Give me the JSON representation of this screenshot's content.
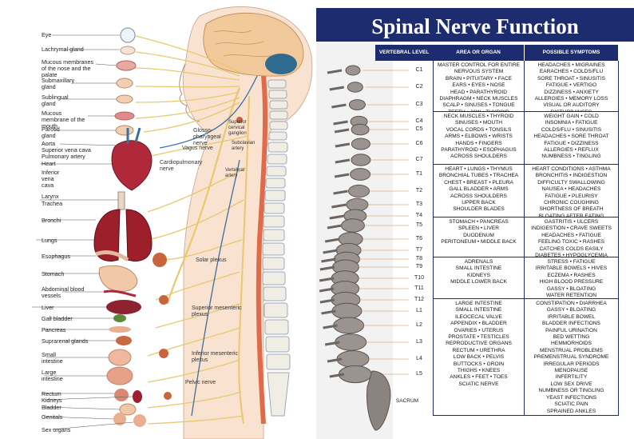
{
  "left_panel": {
    "organs": [
      {
        "name": "eye",
        "label": "Eye"
      },
      {
        "name": "lachrymal",
        "label": "Lachrymal gland"
      },
      {
        "name": "mucous-nose",
        "label": "Mucous membranes of the nose and the palate"
      },
      {
        "name": "submaxillary",
        "label": "Submaxillary gland"
      },
      {
        "name": "sublingual",
        "label": "Sublingual gland"
      },
      {
        "name": "mucous-mouth",
        "label": "Mucous membrane of the mouth"
      },
      {
        "name": "parotid",
        "label": "Parotid gland"
      },
      {
        "name": "aorta",
        "label": "Aorta"
      },
      {
        "name": "svc",
        "label": "Superior vena cava"
      },
      {
        "name": "pulmonary",
        "label": "Pulmonary artery"
      },
      {
        "name": "heart",
        "label": "Heart"
      },
      {
        "name": "ivc",
        "label": "Inferior vena cava"
      },
      {
        "name": "larynx",
        "label": "Larynx"
      },
      {
        "name": "trachea",
        "label": "Trachea"
      },
      {
        "name": "bronchi",
        "label": "Bronchi"
      },
      {
        "name": "lungs",
        "label": "Lungs"
      },
      {
        "name": "esophagus",
        "label": "Esophagus"
      },
      {
        "name": "stomach",
        "label": "Stomach"
      },
      {
        "name": "abdominal",
        "label": "Abdominal blood vessels"
      },
      {
        "name": "liver",
        "label": "Liver"
      },
      {
        "name": "gallbladder",
        "label": "Gall bladder"
      },
      {
        "name": "pancreas",
        "label": "Pancreas"
      },
      {
        "name": "suprarenal",
        "label": "Suprarenal glands"
      },
      {
        "name": "small-intestine",
        "label": "Small intestine"
      },
      {
        "name": "large-intestine",
        "label": "Large intestine"
      },
      {
        "name": "rectum",
        "label": "Rectum"
      },
      {
        "name": "kidneys",
        "label": "Kidneys"
      },
      {
        "name": "bladder",
        "label": "Bladder"
      },
      {
        "name": "genitals",
        "label": "Genitals"
      },
      {
        "name": "sex-organs",
        "label": "Sex organs"
      }
    ],
    "nerves": [
      {
        "name": "glosso",
        "label": "Glosso-pharyngeal nerve"
      },
      {
        "name": "vagus",
        "label": "Vagus nerve"
      },
      {
        "name": "cardiopulmonary",
        "label": "Cardiopulmonary nerve"
      },
      {
        "name": "superior-cervical",
        "label": "Superior cervical ganglion"
      },
      {
        "name": "subclavian",
        "label": "Subclavian artery"
      },
      {
        "name": "vertebral",
        "label": "Vertebral artery"
      },
      {
        "name": "solar",
        "label": "Solar plexus"
      },
      {
        "name": "sup-mesenteric",
        "label": "Superior mesenteric plexus"
      },
      {
        "name": "inf-mesenteric",
        "label": "Inferior mesenteric plexus"
      },
      {
        "name": "pelvic",
        "label": "Pelvic nerve"
      }
    ]
  },
  "right_panel": {
    "title": "Spinal Nerve Function",
    "headers": {
      "level": "VERTEBRAL LEVEL",
      "area": "AREA OR ORGAN",
      "symptoms": "POSSIBLE SYMPTOMS"
    },
    "levels": [
      "C1",
      "C2",
      "C3",
      "C4",
      "C5",
      "C6",
      "C7",
      "T1",
      "T2",
      "T3",
      "T4",
      "T5",
      "T6",
      "T7",
      "T8",
      "T9",
      "T10",
      "T11",
      "T12",
      "L1",
      "L2",
      "L3",
      "L4",
      "L5",
      "SACRUM"
    ],
    "rows": [
      {
        "area": "MASTER CONTROL FOR ENTIRE NERVOUS SYSTEM\nBRAIN • PITUITARY • FACE\nEARS • EYES • NOSE\nHEAD • PARATHYROID\nDIAPHRAGM • NECK MUSCLES\nSCALP • SINUSES • TONGUE\nTEETH • JAW • THYROID",
        "symptoms": "HEADACHES • MIGRAINES\nEARACHES • COLDS/FLU\nSORE THROAT • SINUSITIS\nFATIGUE • VERTIGO\nDIZZINESS • ANXIETY\nALLERGIES • MEMORY LOSS\nVISUAL OR AUDITORY DISTURBANCES"
      },
      {
        "area": "NECK MUSCLES • THYROID\nSINUSES • MOUTH\nVOCAL CORDS • TONSILS\nARMS • ELBOWS • WRISTS\nHANDS • FINGERS\nPARATHYROID • ESOPHAGUS\nACROSS SHOULDERS",
        "symptoms": "WEIGHT GAIN • COLD\nINSOMNIA • FATIGUE\nCOLDS/FLU • SINUSITIS\nHEADACHES • SORE THROAT\nFATIGUE • DIZZINESS\nALLERGIES • REFLUX\nNUMBNESS • TINGLING"
      },
      {
        "area": "HEART • LUNGS • THYMUS\nBRONCHIAL TUBES • TRACHEA\nCHEST • BREAST • PLEURA\nGALL BLADDER • ARMS\nACROSS SHOULDERS\nUPPER BACK\nSHOULDER BLADES",
        "symptoms": "HEART CONDITIONS • ASTHMA\nBRONCHITIS • INDIGESTION\nDIFFICULTY SWALLOWING\nNAUSEA • HEADACHES\nFATIGUE • PLEURISY\nCHRONIC COUGHING\nSHORTNESS OF BREATH\nBLOATING AFTER EATING"
      },
      {
        "area": "STOMACH • PANCREAS\nSPLEEN • LIVER\nDUODENUM\nPERITONEUM • MIDDLE BACK",
        "symptoms": "GASTRITIS • ULCERS\nINDIGESTION • CRAVE SWEETS\nHEADACHES • FATIGUE\nFEELING TOXIC • RASHES\nCATCHES COLDS EASILY\nDIABETES • HYPOGLYCEMIA"
      },
      {
        "area": "ADRENALS\nSMALL INTESTINE\nKIDNEYS\nMIDDLE LOWER BACK",
        "symptoms": "STRESS • FATIGUE\nIRRITABLE BOWELS • HIVES\nECZEMA • RASHES\nHIGH BLOOD PRESSURE\nGASSY • BLOATING\nWATER RETENTION"
      },
      {
        "area": "LARGE INTESTINE\nSMALL INTESTINE\nILEOCECAL VALVE\nAPPENDIX • BLADDER\nOVARIES • UTERUS\nPROSTATE • TESTICLES\nREPRODUCTIVE ORGANS\nRECTUM • URETHRA\nLOW BACK • PELVIS\nBUTTOCKS • GROIN\nTHIGHS • KNEES\nANKLES • FEET • TOES\nSCIATIC NERVE",
        "symptoms": "CONSTIPATION • DIARRHEA\nGASSY • BLOATING\nIRRITABLE BOWEL\nBLADDER INFECTIONS\nPAINFUL URINATION\nBED WETTING\nHEMMORHOIDS\nMENSTRUAL PROBLEMS\nPREMENSTRUAL SYNDROME\nIRREGULAR PERIODS\nMENOPAUSE\nINFERTILITY\nLOW SEX DRIVE\nNUMBNESS OR TINGLING\nYEAST INFECTIONS\nSCIATIC PAIN\nSPRAINED ANKLES"
      }
    ]
  },
  "colors": {
    "navy": "#1d2c6e",
    "nerve": "#e8c870",
    "vein": "#3a6fa0",
    "organ": "#b0293a",
    "skin": "#f7d8c2",
    "bone": "#d9d0c4"
  }
}
